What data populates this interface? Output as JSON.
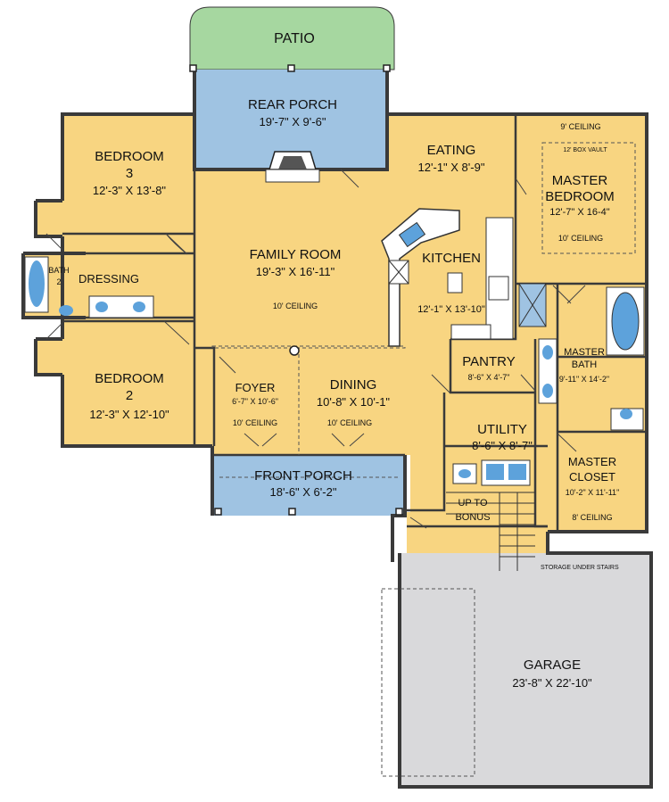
{
  "colors": {
    "living": "#F8D581",
    "porch": "#9FC3E2",
    "patio": "#A6D7A0",
    "garage": "#D9D9DB",
    "wall": "#3A3A3A",
    "fixture": "#5DA2DB"
  },
  "rooms": {
    "patio": {
      "name": "PATIO"
    },
    "rear_porch": {
      "name": "REAR PORCH",
      "size": "19'-7\" X 9'-6\""
    },
    "bedroom3": {
      "name": "BEDROOM",
      "number": "3",
      "size": "12'-3\" X 13'-8\""
    },
    "eating": {
      "name": "EATING",
      "size": "12'-1\" X 8'-9\""
    },
    "master_bedroom": {
      "name1": "MASTER",
      "name2": "BEDROOM",
      "size": "12'-7\" X 16-4\"",
      "ceiling_top": "9' CEILING",
      "vault": "12' BOX VAULT",
      "ceiling": "10' CEILING"
    },
    "family_room": {
      "name": "FAMILY ROOM",
      "size": "19'-3\" X 16'-11\"",
      "ceiling": "10' CEILING"
    },
    "kitchen": {
      "name": "KITCHEN",
      "size": "12'-1\" X 13'-10\""
    },
    "bath2": {
      "name": "BATH",
      "number": "2"
    },
    "dressing": {
      "name": "DRESSING"
    },
    "pantry": {
      "name": "PANTRY",
      "size": "8'-6\" X 4'-7\""
    },
    "master_bath": {
      "name1": "MASTER",
      "name2": "BATH",
      "size": "9'-11\" X 14'-2\""
    },
    "bedroom2": {
      "name": "BEDROOM",
      "number": "2",
      "size": "12'-3\" X 12'-10\""
    },
    "foyer": {
      "name": "FOYER",
      "size": "6'-7\" X 10'-6\"",
      "ceiling": "10' CEILING"
    },
    "dining": {
      "name": "DINING",
      "size": "10'-8\" X 10'-1\"",
      "ceiling": "10' CEILING"
    },
    "utility": {
      "name": "UTILITY",
      "size": "8'-6\" X 8'-7\""
    },
    "master_closet": {
      "name1": "MASTER",
      "name2": "CLOSET",
      "size": "10'-2\" X 11'-11\"",
      "ceiling": "8' CEILING"
    },
    "front_porch": {
      "name": "FRONT PORCH",
      "size": "18'-6\" X 6'-2\""
    },
    "bonus_stair": {
      "line1": "UP TO",
      "line2": "BONUS"
    },
    "storage": {
      "label": "STORAGE UNDER STAIRS"
    },
    "garage": {
      "name": "GARAGE",
      "size": "23'-8\" X 22'-10\""
    }
  }
}
